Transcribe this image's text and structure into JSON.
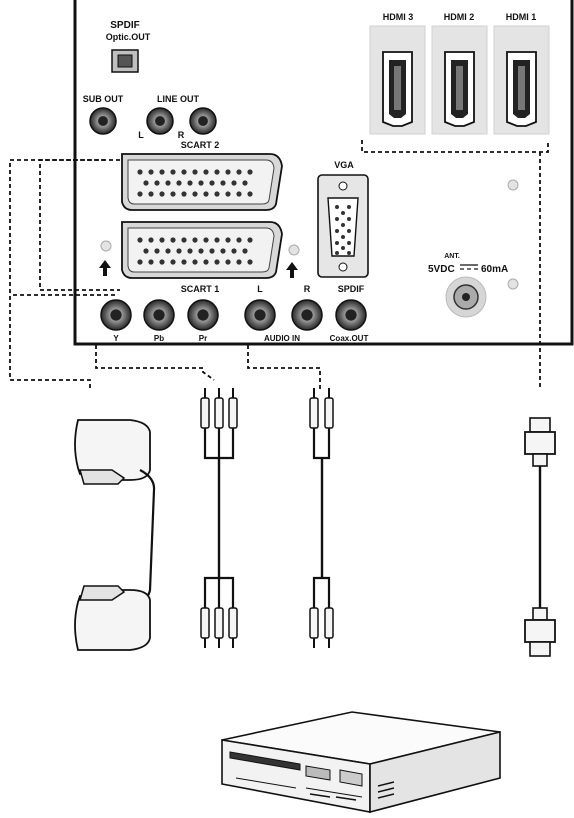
{
  "panel_labels": {
    "spdif_optical_line1": "SPDIF",
    "spdif_optical_line2": "Optic.OUT",
    "sub_out": "SUB OUT",
    "line_out": "LINE OUT",
    "line_out_l": "L",
    "line_out_r": "R",
    "scart2": "SCART 2",
    "scart1": "SCART 1",
    "vga": "VGA",
    "hdmi3": "HDMI 3",
    "hdmi2": "HDMI 2",
    "hdmi1": "HDMI 1",
    "ant": "ANT.",
    "ant_power_left": "5VDC",
    "ant_power_right": "60mA",
    "comp_y": "Y",
    "comp_pb": "Pb",
    "comp_pr": "Pr",
    "audio_l": "L",
    "audio_r": "R",
    "audio_in": "AUDIO IN",
    "spdif_coax": "SPDIF",
    "coax_out": "Coax.OUT"
  },
  "colors": {
    "line": "#111111",
    "panel_fill": "#ffffff",
    "hdmi_bg": "#e4e4e4",
    "jack_fill": "#bdbdbd",
    "jack_dark": "#222222",
    "device_fill": "#f7f7f7"
  },
  "icons": {
    "scart_cable": "scart-cable-icon",
    "component_cable": "component-rca-cable-icon",
    "audio_cable": "audio-rca-cable-icon",
    "hdmi_cable": "hdmi-cable-icon",
    "dvd_player": "dvd-player-icon"
  }
}
